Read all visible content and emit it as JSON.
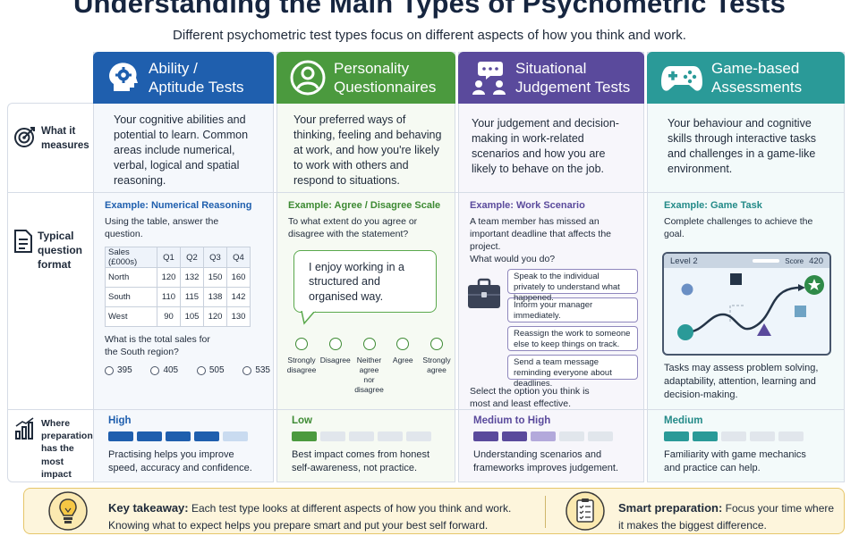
{
  "title": "Understanding the Main Types of Psychometric Tests",
  "subtitle": "Different psychometric test types focus on different aspects of how you think and work.",
  "row_labels": {
    "measures": "What it measures",
    "format": "Typical question format",
    "impact": "Where preparation has the most impact"
  },
  "columns": [
    {
      "title": "Ability / Aptitude Tests",
      "icon": "head-gear-icon",
      "color": "#1f5fae",
      "measures": "Your cognitive abilities and potential to learn. Common areas include numerical, verbal, logical and spatial reasoning.",
      "example_title": "Example: Numerical Reasoning",
      "prompt": "Using the table, answer the question.",
      "table": {
        "headers": [
          "Sales (£000s)",
          "Q1",
          "Q2",
          "Q3",
          "Q4"
        ],
        "rows": [
          [
            "North",
            "120",
            "132",
            "150",
            "160"
          ],
          [
            "South",
            "110",
            "115",
            "138",
            "142"
          ],
          [
            "West",
            "90",
            "105",
            "120",
            "130"
          ]
        ]
      },
      "question": "What is the total sales for the South region?",
      "options": [
        "395",
        "405",
        "505",
        "535"
      ],
      "impact_level": "High",
      "impact_filled": 4,
      "impact_note": "Practising helps you improve speed, accuracy and confidence."
    },
    {
      "title": "Personality Questionnaires",
      "icon": "person-icon",
      "color": "#4b9a3e",
      "measures": "Your preferred ways of thinking, feeling and behaving at work, and how you're likely to work with others and respond to situations.",
      "example_title": "Example: Agree / Disagree Scale",
      "prompt": "To what extent do you agree or disagree with the statement?",
      "statement": "I enjoy working in a structured and organised way.",
      "scale": [
        "Strongly disagree",
        "Disagree",
        "Neither agree nor disagree",
        "Agree",
        "Strongly agree"
      ],
      "impact_level": "Low",
      "impact_filled": 1,
      "impact_note": "Best impact comes from honest self-awareness, not practice."
    },
    {
      "title": "Situational Judgement Tests",
      "icon": "people-chat-icon",
      "color": "#5a4a9c",
      "measures": "Your judgement and decision-making in work-related scenarios and how you are likely to behave on the job.",
      "example_title": "Example: Work Scenario",
      "prompt": "A team member has missed an important deadline that affects the project.",
      "prompt2": "What would you do?",
      "options": [
        "Speak to the individual privately to understand what happened.",
        "Inform your manager immediately.",
        "Reassign the work to someone else to keep things on track.",
        "Send a team message reminding everyone about deadlines."
      ],
      "instruction": "Select the option you think is most and least effective.",
      "impact_level": "Medium to High",
      "impact_filled": 3,
      "impact_note": "Understanding scenarios and frameworks improves judgement."
    },
    {
      "title": "Game-based Assessments",
      "icon": "gamepad-icon",
      "color": "#2a9a98",
      "measures": "Your behaviour and cognitive skills through interactive tasks and challenges in a game-like environment.",
      "example_title": "Example: Game Task",
      "prompt": "Complete challenges to achieve the goal.",
      "game": {
        "level": "Level 2",
        "score_label": "Score",
        "score": "420"
      },
      "note": "Tasks may assess problem solving, adaptability, attention, learning and decision-making.",
      "impact_level": "Medium",
      "impact_filled": 2,
      "impact_note": "Familiarity with game mechanics and practice can help."
    }
  ],
  "footer": {
    "key_label": "Key takeaway:",
    "key_text": "Each test type looks at different aspects of how you think and work.",
    "key_text2": "Knowing what to expect helps you prepare smart and put your best self forward.",
    "smart_label": "Smart preparation:",
    "smart_text": "Focus your time where",
    "smart_text2": "it makes the biggest difference."
  },
  "colors": {
    "ability": "#1f5fae",
    "personality": "#4b9a3e",
    "situational": "#5a4a9c",
    "game": "#2a9a98",
    "ability_light": "#c9dbf0",
    "situational_light": "#b3a9db",
    "empty": "#e1e6ec"
  }
}
